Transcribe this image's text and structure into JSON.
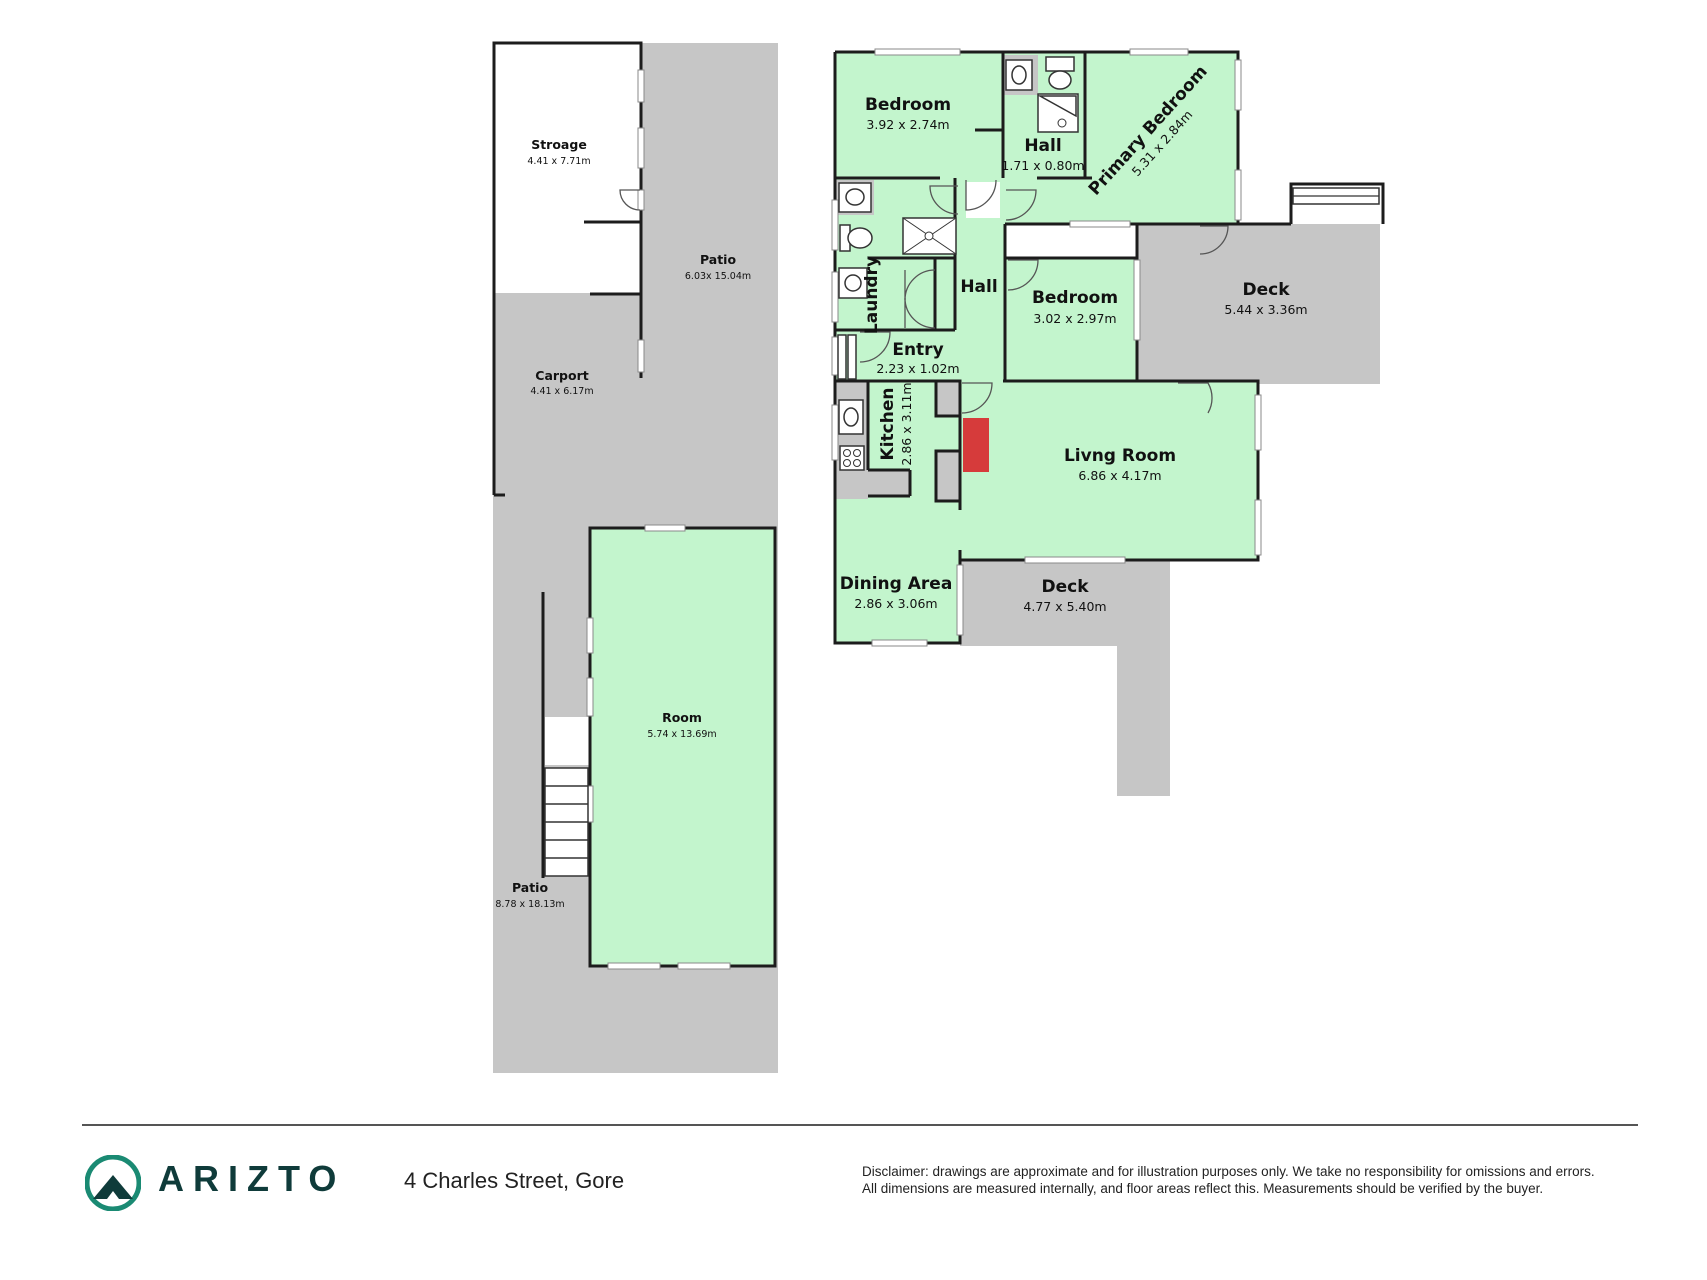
{
  "colors": {
    "room_fill": "#c3f5cd",
    "outdoor_fill": "#c6c6c6",
    "wall": "#1c1c1c",
    "fireplace": "#d63b3b",
    "brand": "#0f3b3a",
    "logo_ring": "#1a8a73"
  },
  "rooms": {
    "storage": {
      "name": "Stroage",
      "dims": "4.41 x 7.71m"
    },
    "patio_top": {
      "name": "Patio",
      "dims": "6.03x 15.04m"
    },
    "carport": {
      "name": "Carport",
      "dims": "4.41 x 6.17m"
    },
    "room": {
      "name": "Room",
      "dims": "5.74 x 13.69m"
    },
    "patio_bottom": {
      "name": "Patio",
      "dims": "8.78 x 18.13m"
    },
    "bedroom1": {
      "name": "Bedroom",
      "dims": "3.92 x 2.74m"
    },
    "hall_small": {
      "name": "Hall",
      "dims": "1.71 x 0.80m"
    },
    "primary_bedroom": {
      "name": "Primary Bedroom",
      "dims": "5.31 x 2.84m"
    },
    "laundry": {
      "name": "Laundry"
    },
    "hall": {
      "name": "Hall"
    },
    "bedroom2": {
      "name": "Bedroom",
      "dims": "3.02 x 2.97m"
    },
    "deck_right": {
      "name": "Deck",
      "dims": "5.44 x 3.36m"
    },
    "entry": {
      "name": "Entry",
      "dims": "2.23 x 1.02m"
    },
    "kitchen": {
      "name": "Kitchen",
      "dims": "2.86 x 3.11m"
    },
    "living_room": {
      "name": "Livng Room",
      "dims": "6.86 x 4.17m"
    },
    "dining_area": {
      "name": "Dining Area",
      "dims": "2.86 x 3.06m"
    },
    "deck_bottom": {
      "name": "Deck",
      "dims": "4.77 x 5.40m"
    }
  },
  "footer": {
    "brand": "ARIZTO",
    "address": "4 Charles Street, Gore",
    "disclaimer_line1": "Disclaimer: drawings are approximate and for illustration purposes only. We take no responsibility for omissions and errors.",
    "disclaimer_line2": "All dimensions are measured internally, and floor areas reflect this. Measurements should be verified by the buyer."
  },
  "icons": [
    "logo-mountain-icon",
    "toilet-icon",
    "sink-icon",
    "shower-icon",
    "stove-icon",
    "stairs-icon",
    "door-swing-icon",
    "fireplace-icon"
  ]
}
